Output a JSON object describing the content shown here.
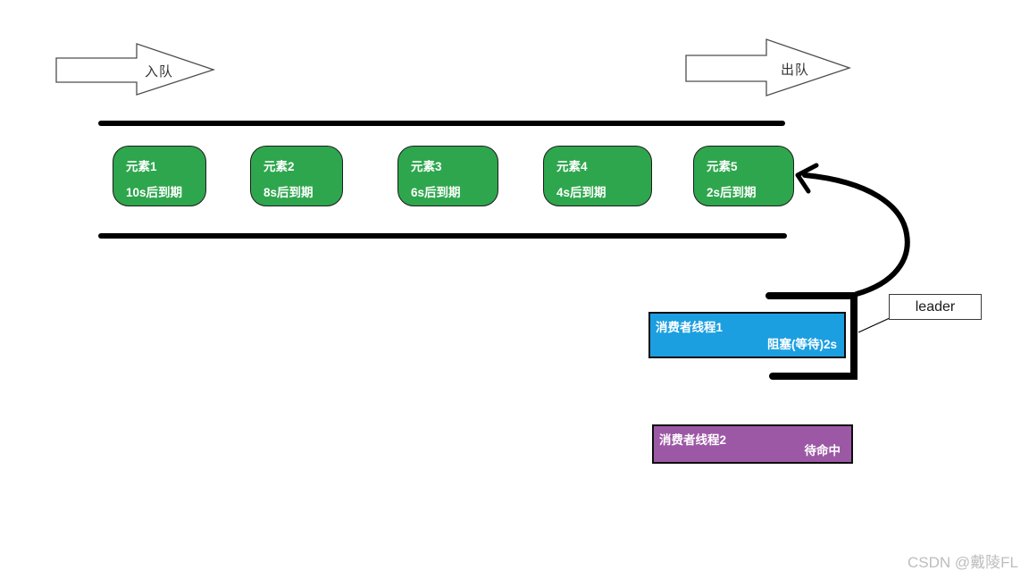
{
  "diagram": {
    "title_implied": "delay queue diagram",
    "enqueue_arrow": {
      "label": "入队"
    },
    "dequeue_arrow": {
      "label": "出队"
    },
    "queue": {
      "elements": [
        {
          "name": "元素1",
          "expiry": "10s后到期"
        },
        {
          "name": "元素2",
          "expiry": "8s后到期"
        },
        {
          "name": "元素3",
          "expiry": "6s后到期"
        },
        {
          "name": "元素4",
          "expiry": "4s后到期"
        },
        {
          "name": "元素5",
          "expiry": "2s后到期"
        }
      ]
    },
    "consumer1": {
      "title": "消费者线程1",
      "status": "阻塞(等待)2s"
    },
    "consumer2": {
      "title": "消费者线程2",
      "status": "待命中"
    },
    "leader_label": "leader",
    "watermark": "CSDN @戴陵FL"
  },
  "colors": {
    "element_green": "#2EA64D",
    "consumer1_blue": "#1C9FE0",
    "consumer2_purple": "#9C58A5",
    "line_black": "#000000",
    "arrow_outline_gray": "#4d4d4d",
    "watermark_gray": "#bdbdbd"
  }
}
